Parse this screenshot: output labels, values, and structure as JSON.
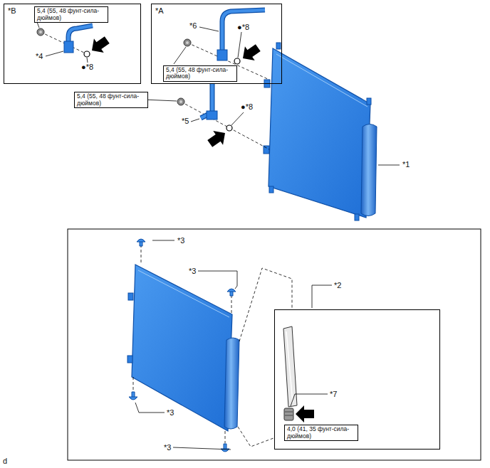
{
  "diagram": {
    "nodes": [
      {
        "text": [
          "*B"
        ]
      },
      {
        "text": [
          "5,4 (55, 48 фунт-сила-дюймов)"
        ],
        "in": 0
      },
      {
        "text": [
          "*A"
        ]
      },
      {
        "text": [
          "5,4 (55, 48 фунт-сила-дюймов)"
        ],
        "in": 2
      },
      {
        "text": [
          "5,4 (55, 48 фунт-сила-дюймов)"
        ]
      },
      {
        "text": [
          "*2"
        ]
      },
      {
        "text": [
          "4,0 (41, 35 фунт-сила-дюймов)"
        ],
        "in": 5
      }
    ],
    "labels": [
      "*4",
      "●*8",
      "*6",
      "●*8",
      "*5",
      "●*8",
      "*1",
      "*3",
      "*3",
      "*7",
      "*3",
      "*3",
      "d"
    ]
  }
}
